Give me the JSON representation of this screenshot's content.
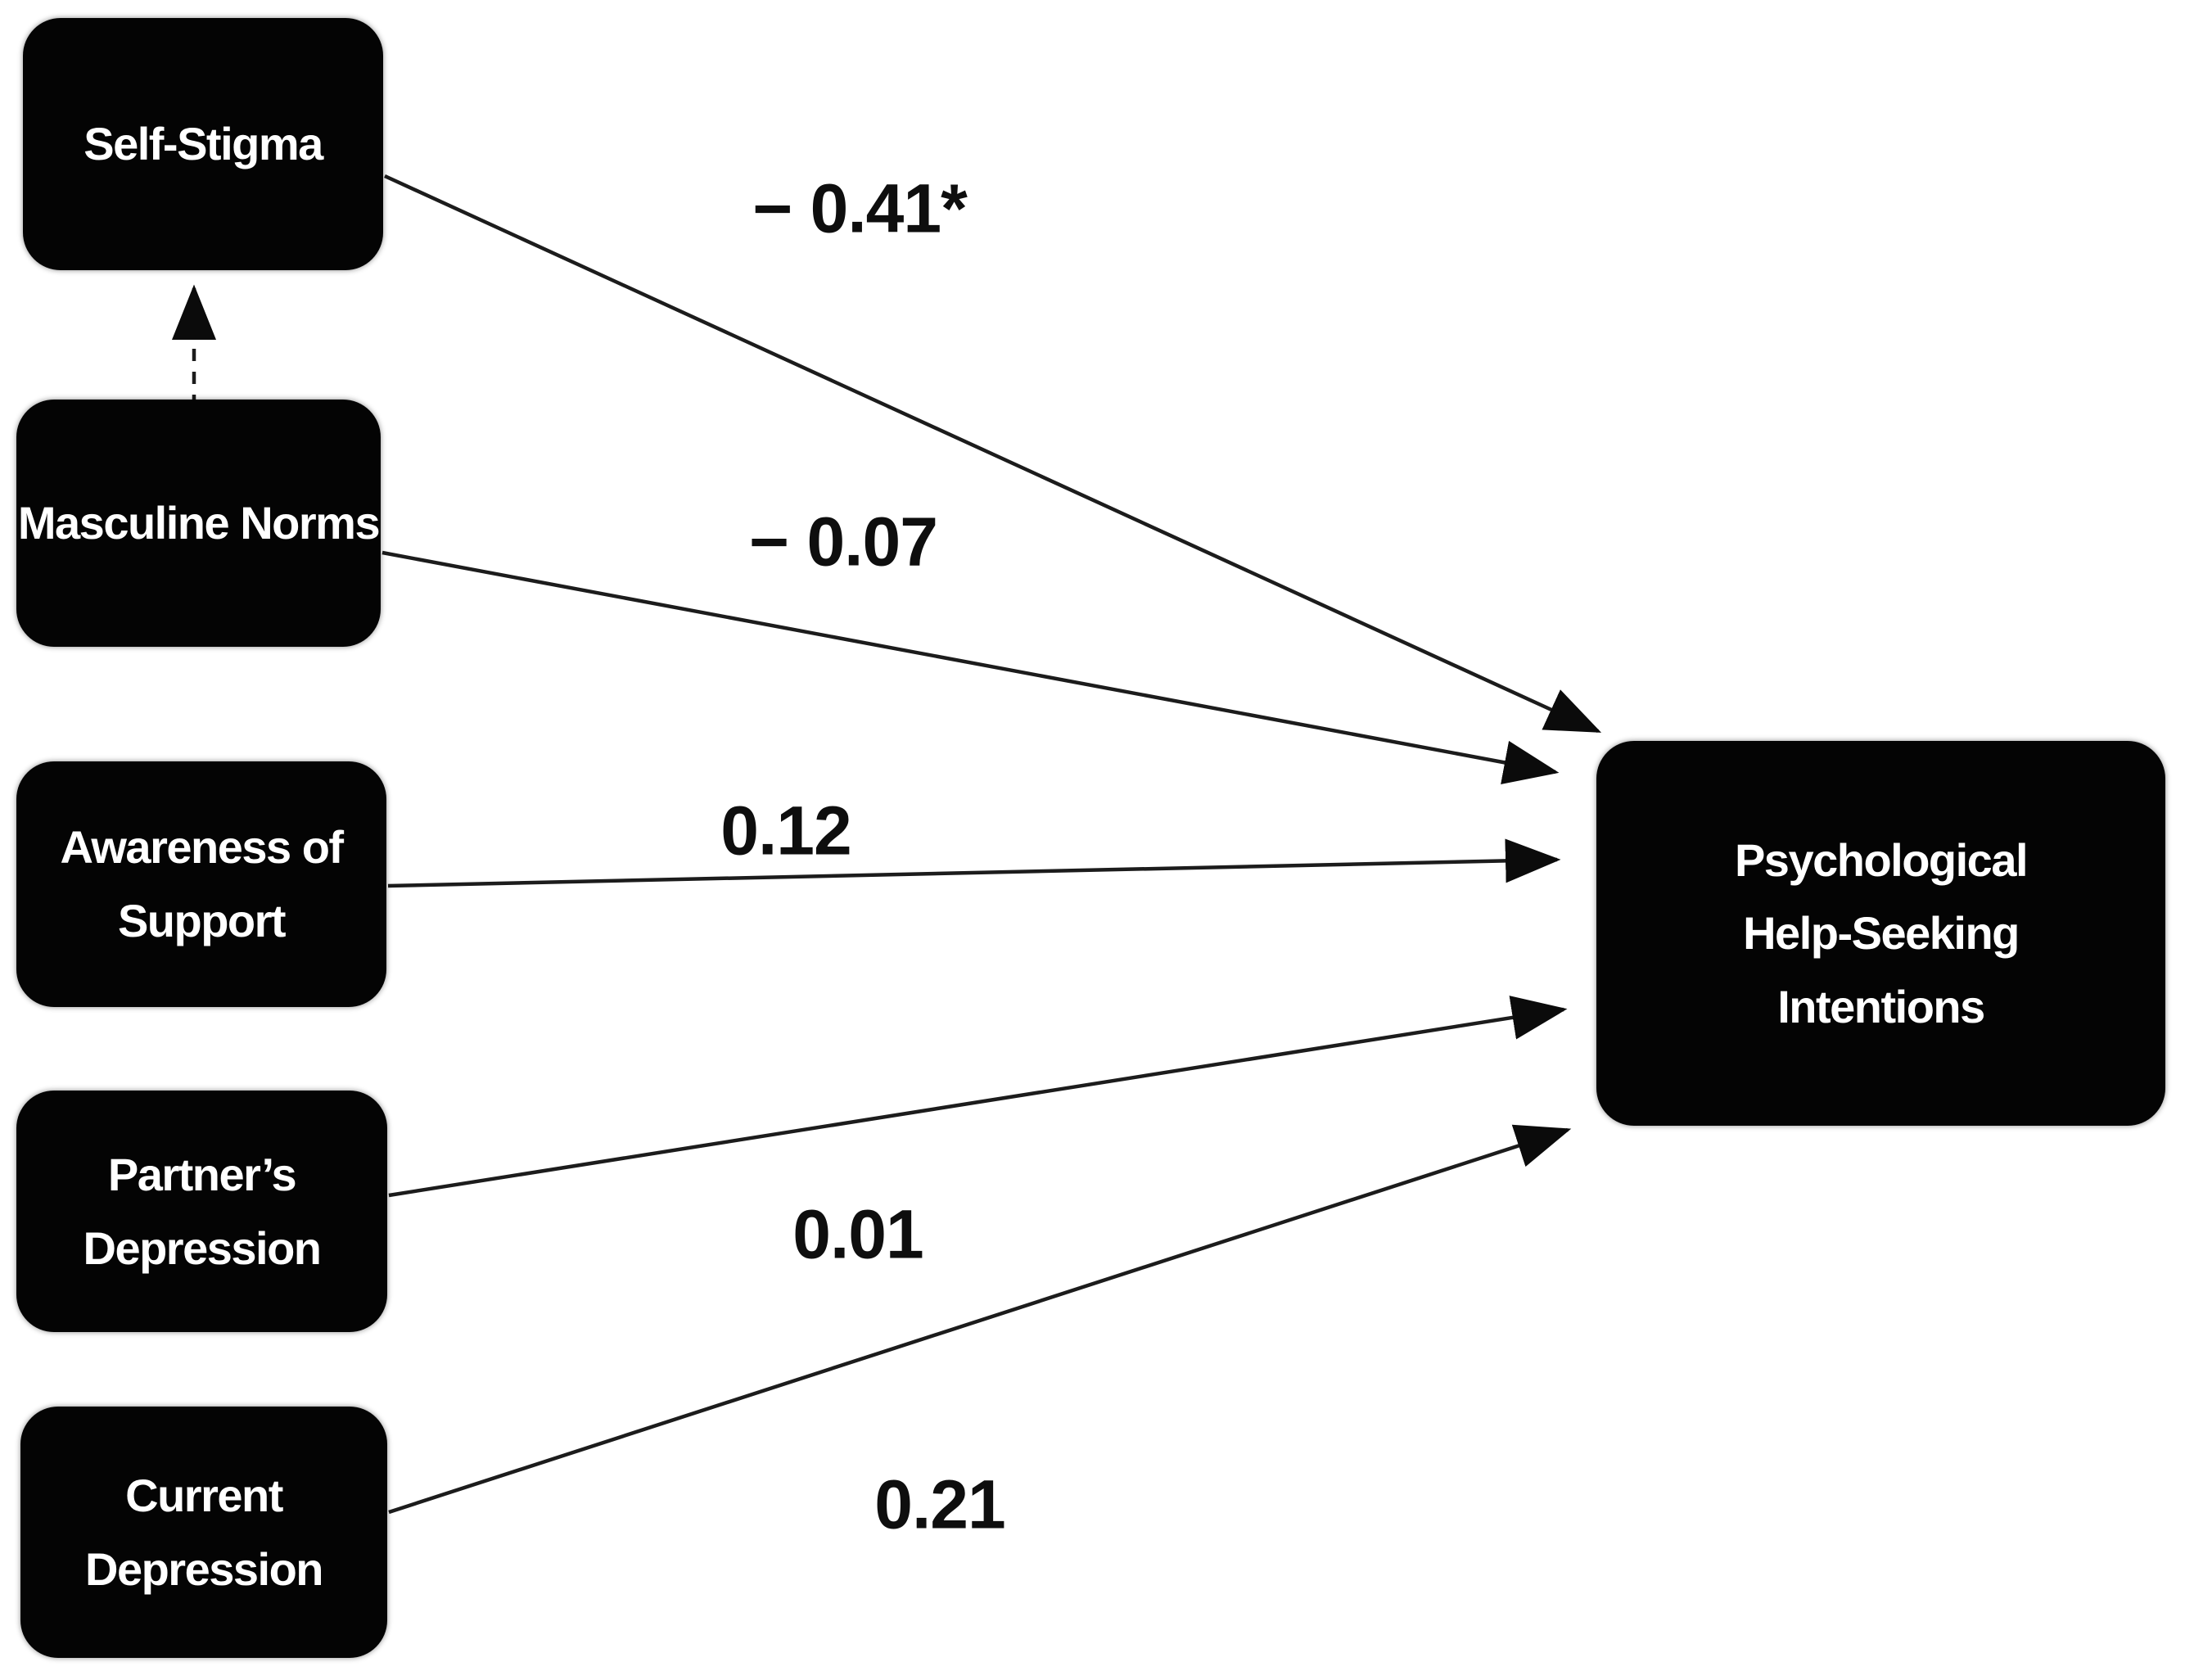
{
  "figure": {
    "type": "path-model-diagram",
    "boxes": [
      {
        "id": "self-stigma",
        "label": "Self-Stigma"
      },
      {
        "id": "masculine-norms",
        "label": "Masculine Norms"
      },
      {
        "id": "awareness-of-support",
        "label": "Awareness of\nSupport"
      },
      {
        "id": "partners-depression",
        "label": "Partner’s\nDepression"
      },
      {
        "id": "current-depression",
        "label": "Current\nDepression"
      },
      {
        "id": "psychological-help-seeking-intentions",
        "label": "Psychological\nHelp-Seeking\nIntentions"
      }
    ],
    "paths": [
      {
        "from": "Self-Stigma",
        "to": "Psychological Help-Seeking Intentions",
        "coefficient": "− 0.41*",
        "line_style": "solid"
      },
      {
        "from": "Masculine Norms",
        "to": "Psychological Help-Seeking Intentions",
        "coefficient": "− 0.07",
        "line_style": "solid"
      },
      {
        "from": "Awareness of Support",
        "to": "Psychological Help-Seeking Intentions",
        "coefficient": "0.12",
        "line_style": "solid"
      },
      {
        "from": "Partner’s Depression",
        "to": "Psychological Help-Seeking Intentions",
        "coefficient": "0.01",
        "line_style": "solid"
      },
      {
        "from": "Current Depression",
        "to": "Psychological Help-Seeking Intentions",
        "coefficient": "0.21",
        "line_style": "solid"
      },
      {
        "from": "Masculine Norms",
        "to": "Self-Stigma",
        "line_style": "dashed"
      }
    ],
    "colors": {
      "background": "#ffffff",
      "box_fill": "#000000",
      "box_text": "#ffffff",
      "arrow": "#1c1c1c",
      "coefficient_text": "#0e0e0e"
    }
  }
}
